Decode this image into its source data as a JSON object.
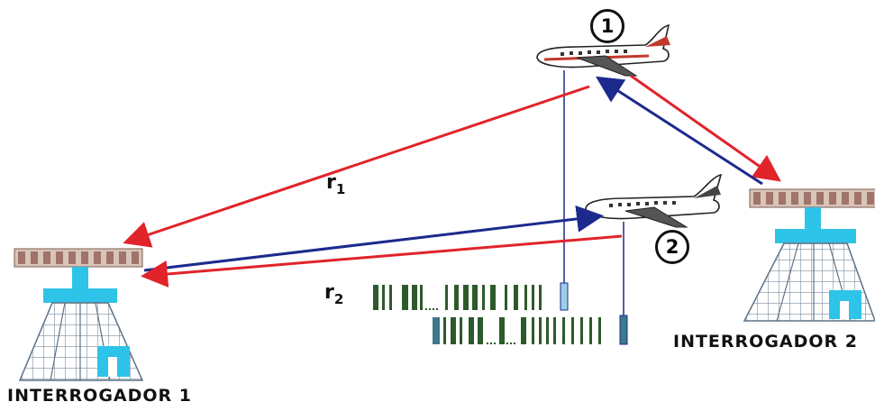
{
  "stations": [
    {
      "label": "INTERROGADOR 1"
    },
    {
      "label": "INTERROGADOR 2"
    }
  ],
  "aircraft": [
    {
      "number": "1"
    },
    {
      "number": "2"
    }
  ],
  "ranges": [
    {
      "symbol": "r",
      "subscript": "1"
    },
    {
      "symbol": "r",
      "subscript": "2"
    }
  ],
  "colors": {
    "interrogation": "#e0242a",
    "reply": "#1c2a8e",
    "pulse_green": "#2d5a2a",
    "tower_blue": "#2ec3e8",
    "antenna": "#b99a8a"
  }
}
